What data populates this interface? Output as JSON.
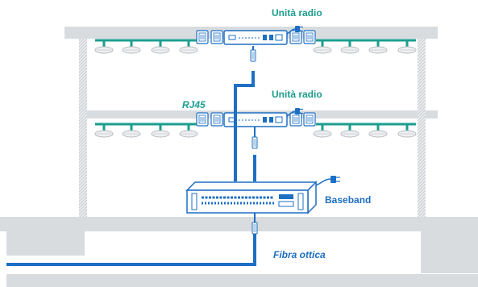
{
  "labels": {
    "radio_unit_top": "Unità radio",
    "radio_unit_mid": "Unità radio",
    "rj45": "RJ45",
    "baseband": "Baseband",
    "fiber": "Fibra ottica"
  },
  "colors": {
    "teal": "#1a9e8e",
    "blue": "#1d6fc4",
    "slab": "#d9dcdf",
    "floor": "#c7cbcf",
    "device_outline": "#1d6fc4"
  },
  "icons": {
    "antenna": "ceiling-antenna-icon",
    "connector": "rj45-connector-icon",
    "plug": "power-plug-icon",
    "server": "baseband-unit-icon"
  }
}
